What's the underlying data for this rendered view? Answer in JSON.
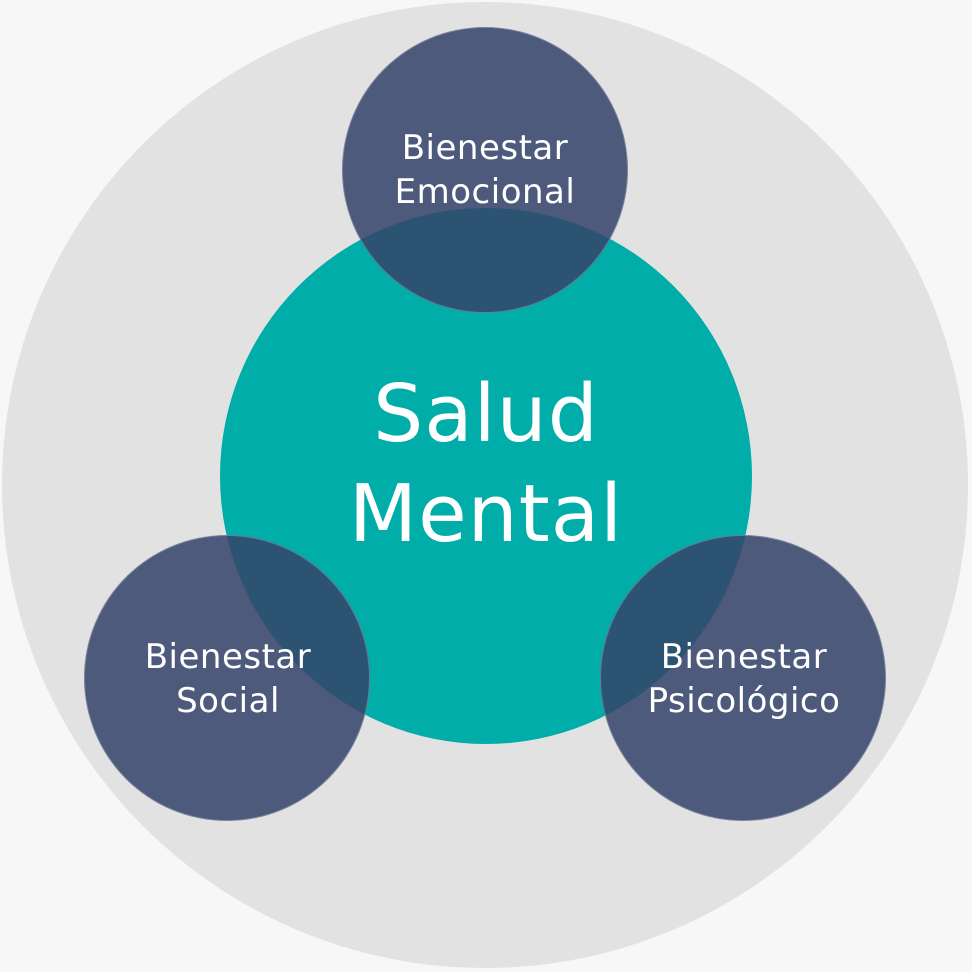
{
  "diagram": {
    "center": {
      "line_1": "Salud",
      "line_2": "Mental"
    },
    "satellites": [
      {
        "line_1": "Bienestar",
        "line_2": "Emocional"
      },
      {
        "line_1": "Bienestar",
        "line_2": "Social"
      },
      {
        "line_1": "Bienestar",
        "line_2": "Psicológico"
      }
    ],
    "colors": {
      "background": "#f7f7f7",
      "outer_ring": "#e2e2e2",
      "center_circle": "#00ada9",
      "satellite_circle": "#34446a",
      "text": "#ffffff"
    }
  }
}
